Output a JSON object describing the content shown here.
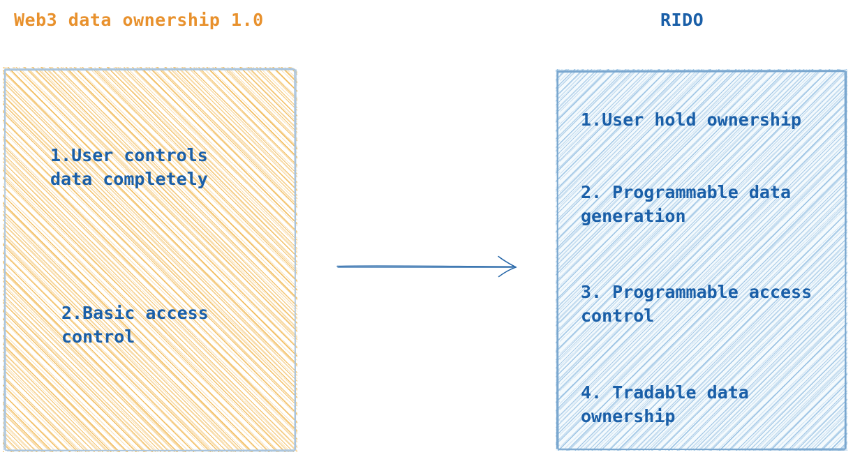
{
  "diagram": {
    "type": "comparison-flow",
    "background_color": "#ffffff",
    "accent_orange": "#e8912d",
    "accent_blue": "#1a5fa8"
  },
  "left": {
    "title": "Web3 data ownership 1.0",
    "title_color": "#e8912d",
    "box": {
      "fill_style": "hachure-orange",
      "fill_color": "#f0b244",
      "stroke_color": "#a8c4de"
    },
    "items": [
      {
        "text": "1.User controls\ndata completely"
      },
      {
        "text": "2.Basic access\ncontrol"
      }
    ]
  },
  "right": {
    "title": "RIDO",
    "title_color": "#1a5fa8",
    "box": {
      "fill_style": "hachure-blue",
      "fill_color": "#7db0db",
      "stroke_color": "#7aa7cf"
    },
    "items": [
      {
        "text": "1.User hold ownership"
      },
      {
        "text": "2. Programmable data\ngeneration"
      },
      {
        "text": "3. Programmable access\ncontrol"
      },
      {
        "text": "4. Tradable data\nownership"
      }
    ]
  },
  "arrow": {
    "direction": "left-to-right",
    "style": "hand-drawn",
    "color": "#2566a8"
  }
}
